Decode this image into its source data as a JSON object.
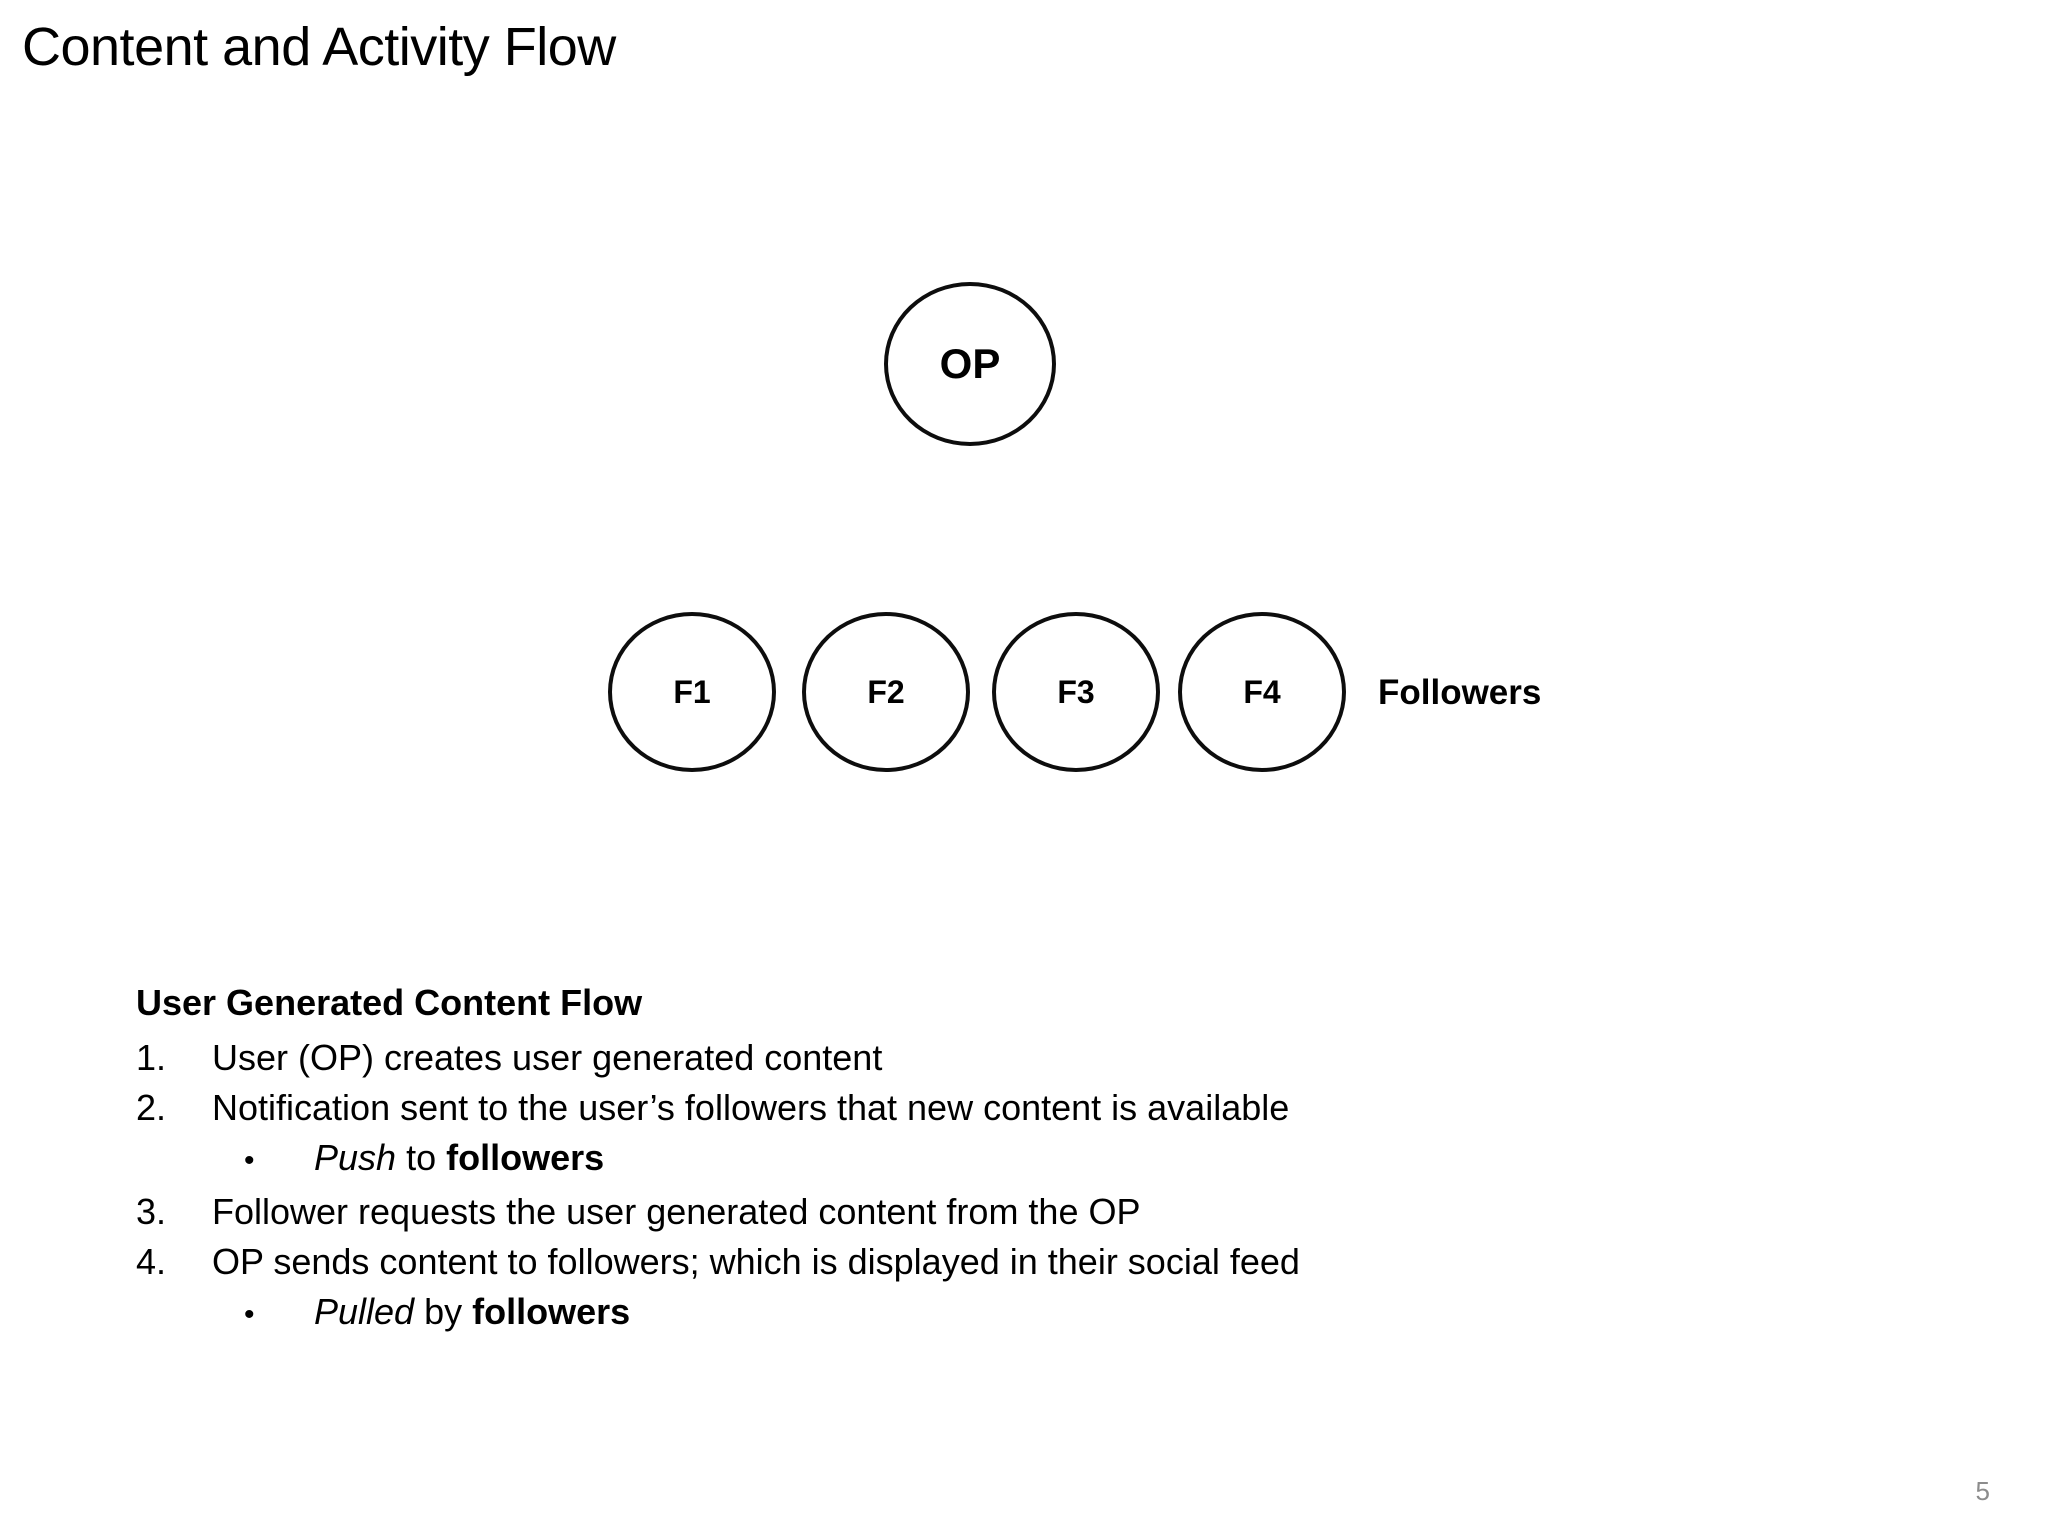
{
  "slide": {
    "title": "Content and Activity Flow",
    "page_number": "5"
  },
  "diagram": {
    "op_node": {
      "label": "OP",
      "name": "original-poster"
    },
    "follower_nodes": [
      {
        "label": "F1"
      },
      {
        "label": "F2"
      },
      {
        "label": "F3"
      },
      {
        "label": "F4"
      }
    ],
    "followers_caption": "Followers"
  },
  "body": {
    "heading": "User Generated Content Flow",
    "items": [
      {
        "marker": "1.",
        "text": "User (OP) creates user generated content"
      },
      {
        "marker": "2.",
        "text": "Notification sent to the user’s followers that new content is available"
      },
      {
        "marker": "3.",
        "text": "Follower requests the user generated content from the OP"
      },
      {
        "marker": "4.",
        "text": "OP sends content to followers; which is displayed in their social feed"
      }
    ],
    "sub_items": [
      {
        "marker": "•",
        "emphasis": "Push",
        "middle": " to ",
        "strong": "followers"
      },
      {
        "marker": "•",
        "emphasis": "Pulled",
        "middle": " by ",
        "strong": "followers"
      }
    ]
  },
  "colors": {
    "background": "#ffffff",
    "text": "#000000",
    "stroke": "#0d0d0d",
    "page_number": "#8c8c8c"
  }
}
